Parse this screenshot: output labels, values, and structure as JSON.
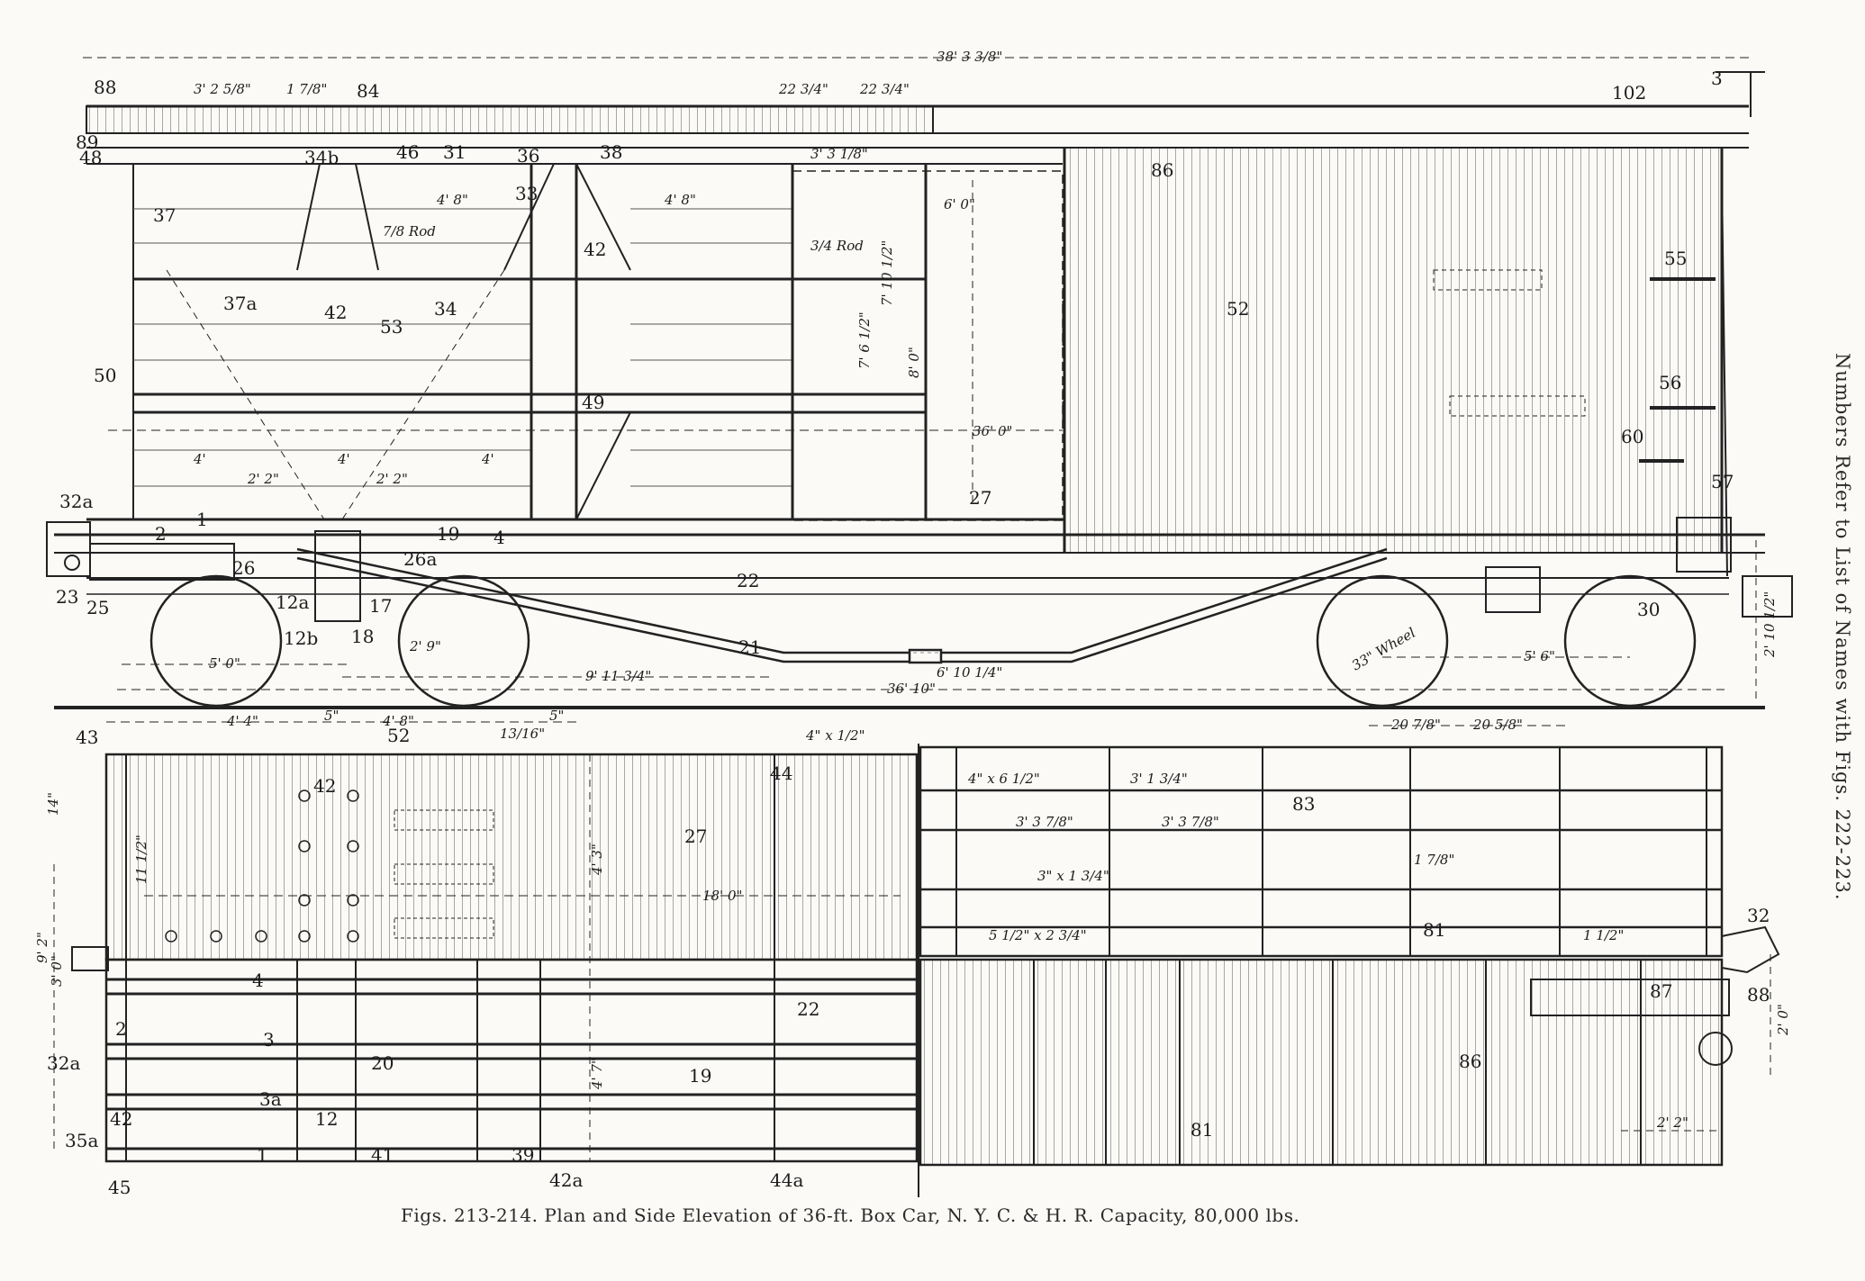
{
  "caption": "Figs. 213-214. Plan and Side Elevation of 36-ft. Box Car, N. Y. C. & H. R. Capacity, 80,000 lbs.",
  "side_note": "Numbers Refer to List of Names with Figs. 222-223.",
  "elevation": {
    "overall_length": "38' 3 3/8\"",
    "length_over_sills": "36' 10\"",
    "inside_length": "36' 0\"",
    "truck_centers": "9' 11 3/4\"",
    "wheel_base": "5' 0\"",
    "wheel_base_b": "5' 6\"",
    "wheel_label": "33\" Wheel",
    "rail_height": "2' 10 1/2\"",
    "door_opening": "6' 0\"",
    "inside_height": "8' 0\"",
    "height_a": "7' 10 1/2\"",
    "height_b": "7' 6 1/2\"",
    "turnbuckle": "6' 10 1/4\"",
    "rod_label": "7/8 Rod",
    "rod_label_b": "3/4 Rod",
    "plate_dims": [
      "3' 2 5/8\"",
      "1 7/8\"",
      "22 3/4\"",
      "22 3/4\"",
      "3' 3 1/8\"",
      "4' 8\"",
      "4' 8\"",
      "2' 9\"",
      "2' 2\"",
      "2' 2\"",
      "4'",
      "4'",
      "4'"
    ],
    "part_numbers": [
      "88",
      "84",
      "102",
      "3",
      "89",
      "48",
      "34b",
      "46",
      "31",
      "36",
      "38",
      "86",
      "37",
      "33",
      "42",
      "37a",
      "42",
      "53",
      "34",
      "52",
      "55",
      "50",
      "49",
      "56",
      "60",
      "27",
      "57",
      "32a",
      "2",
      "1",
      "19",
      "4",
      "26a",
      "22",
      "21",
      "23",
      "25",
      "26",
      "12a",
      "17",
      "12b",
      "18",
      "30"
    ]
  },
  "plan": {
    "left_dims": [
      "4' 4\"",
      "4' 8\"",
      "5\"",
      "13/16\"",
      "5\"",
      "4\" x 1/2\"",
      "4' 3\"",
      "18' 0\"",
      "9' 2\"",
      "3' 0\"",
      "11 1/2\"",
      "14\"",
      "4' 7\""
    ],
    "right_dims": [
      "20 7/8\"",
      "20 5/8\"",
      "4\" x 6 1/2\"",
      "3' 1 3/4\"",
      "3' 3 7/8\"",
      "3' 3 7/8\"",
      "1 7/8\"",
      "3\" x 1 3/4\"",
      "5 1/2\" x 2 3/4\"",
      "2' 0\"",
      "2' 2\"",
      "1 1/2\""
    ],
    "part_numbers": [
      "43",
      "52",
      "42",
      "44",
      "27",
      "4",
      "2",
      "3",
      "22",
      "20",
      "19",
      "32a",
      "3a",
      "12",
      "42",
      "35a",
      "1",
      "41",
      "39",
      "42a",
      "44a",
      "45",
      "83",
      "81",
      "32",
      "87",
      "88",
      "86",
      "81"
    ]
  }
}
